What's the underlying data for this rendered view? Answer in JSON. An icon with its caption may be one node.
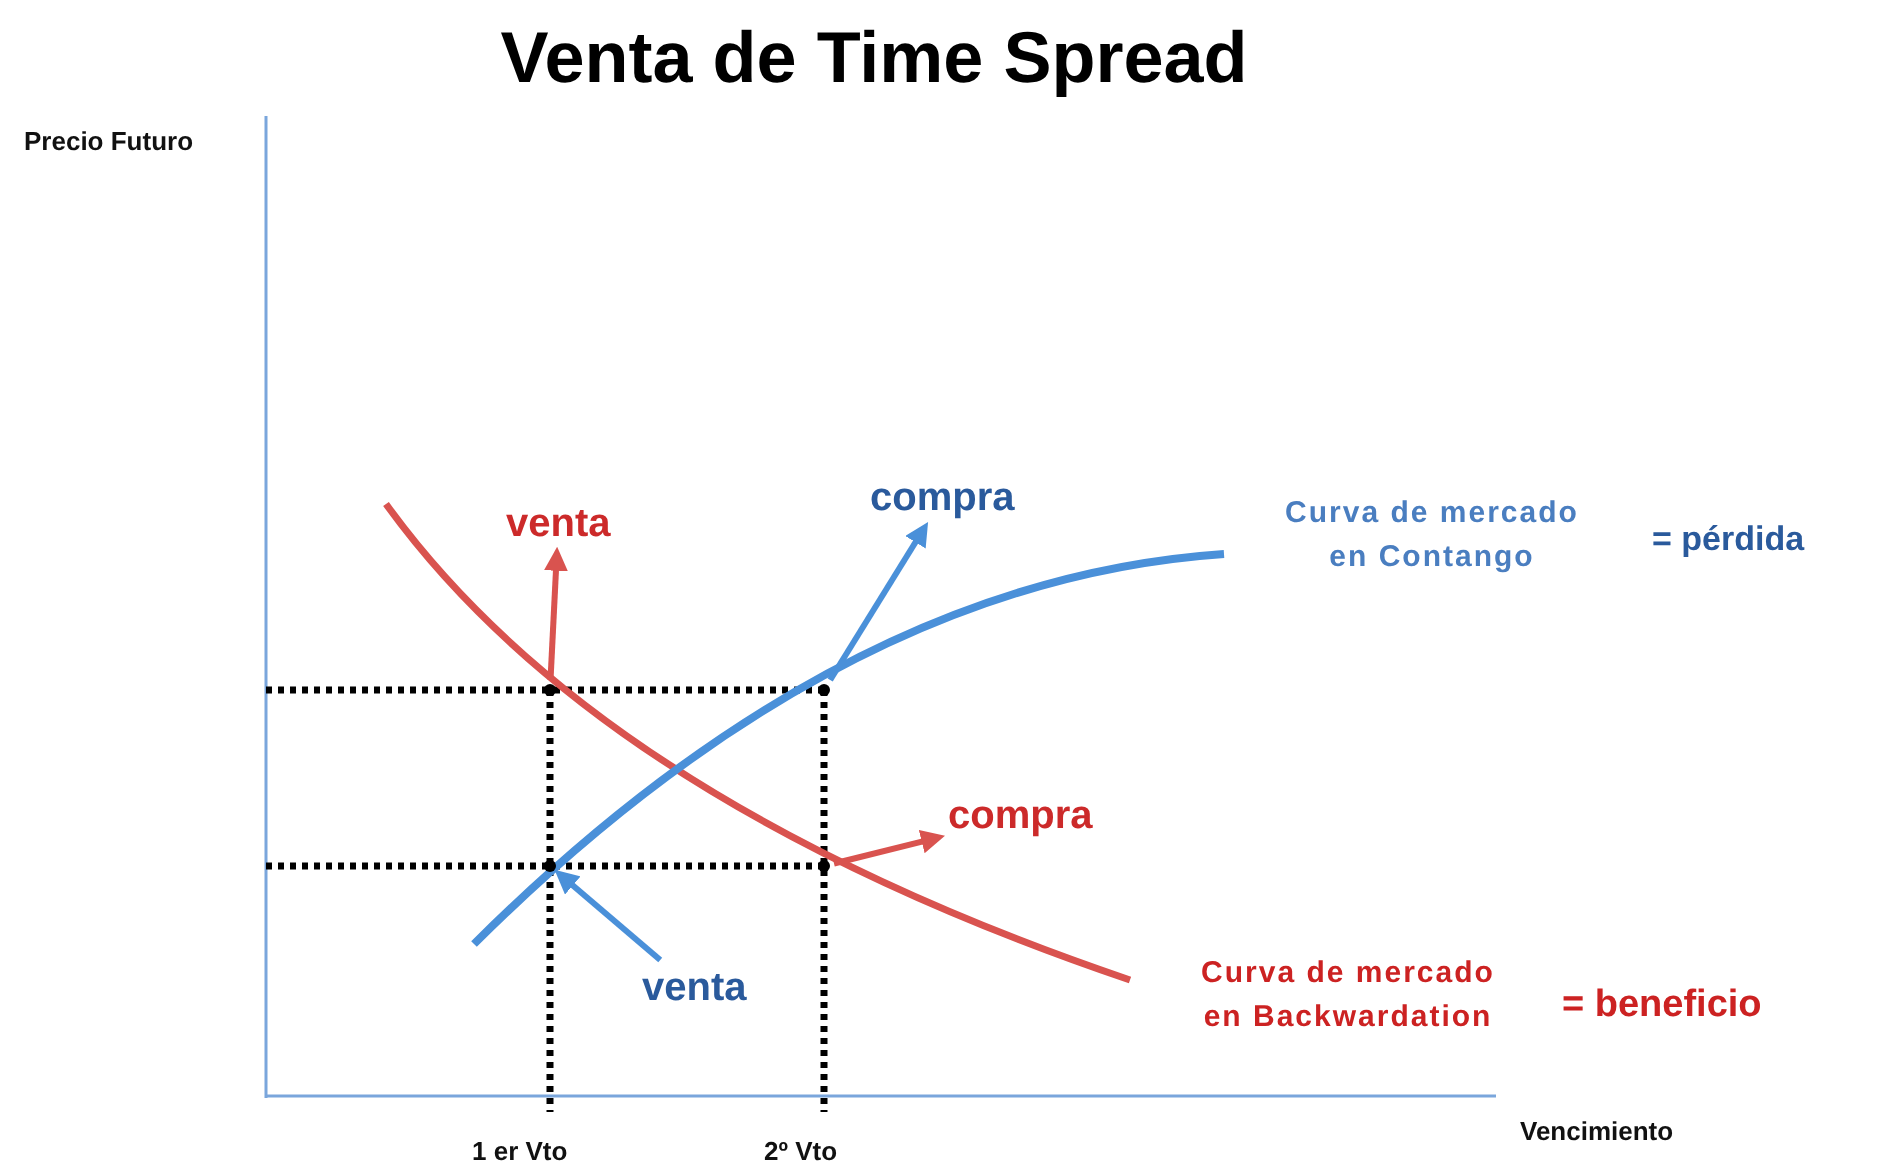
{
  "diagram": {
    "title": "Venta de Time Spread",
    "nodes": [
      {
        "text": [
          "venta"
        ]
      },
      {
        "text": [
          "compra"
        ]
      },
      {
        "text": [
          "compra"
        ]
      },
      {
        "text": [
          "venta"
        ]
      },
      {
        "text": [],
        "shape": "dot"
      },
      {
        "text": [],
        "shape": "dot"
      },
      {
        "text": [],
        "shape": "dot"
      },
      {
        "text": [],
        "shape": "dot"
      }
    ],
    "edges": [
      {
        "from": 4,
        "to": 0,
        "arrow": "to",
        "color": "#d9534f"
      },
      {
        "from": 5,
        "to": 1,
        "arrow": "to",
        "color": "#4a90d9"
      },
      {
        "from": 7,
        "to": 2,
        "arrow": "to",
        "color": "#d9534f"
      },
      {
        "from": 3,
        "to": 6,
        "arrow": "to",
        "color": "#4a90d9"
      }
    ],
    "labels": [
      "Precio Futuro",
      "Curva de mercado en Contango",
      "= pérdida",
      "Curva de mercado en Backwardation",
      "= beneficio",
      "1 er Vto",
      "2º Vto",
      "Vencimiento"
    ]
  }
}
